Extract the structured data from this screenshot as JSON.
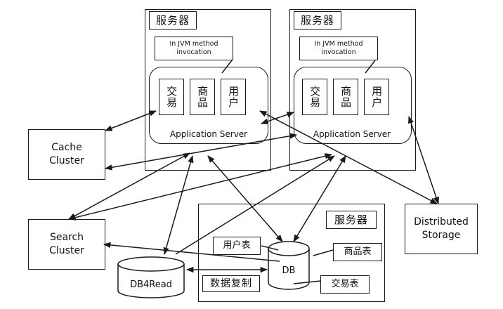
{
  "server_left": {
    "title": "服务器",
    "note": "In JVM method invocation",
    "modules": [
      "交易",
      "商品",
      "用户"
    ],
    "app_server": "Application Server"
  },
  "server_right": {
    "title": "服务器",
    "note": "In JVM method invocation",
    "modules": [
      "交易",
      "商品",
      "用户"
    ],
    "app_server": "Application Server"
  },
  "cache_cluster": "Cache Cluster",
  "search_cluster": "Search Cluster",
  "distributed_storage": "Distributed Storage",
  "db_server": {
    "title": "服务器",
    "db": "DB",
    "tables": [
      "用户表",
      "商品表",
      "交易表"
    ]
  },
  "db4read": "DB4Read",
  "replication": "数据复制"
}
